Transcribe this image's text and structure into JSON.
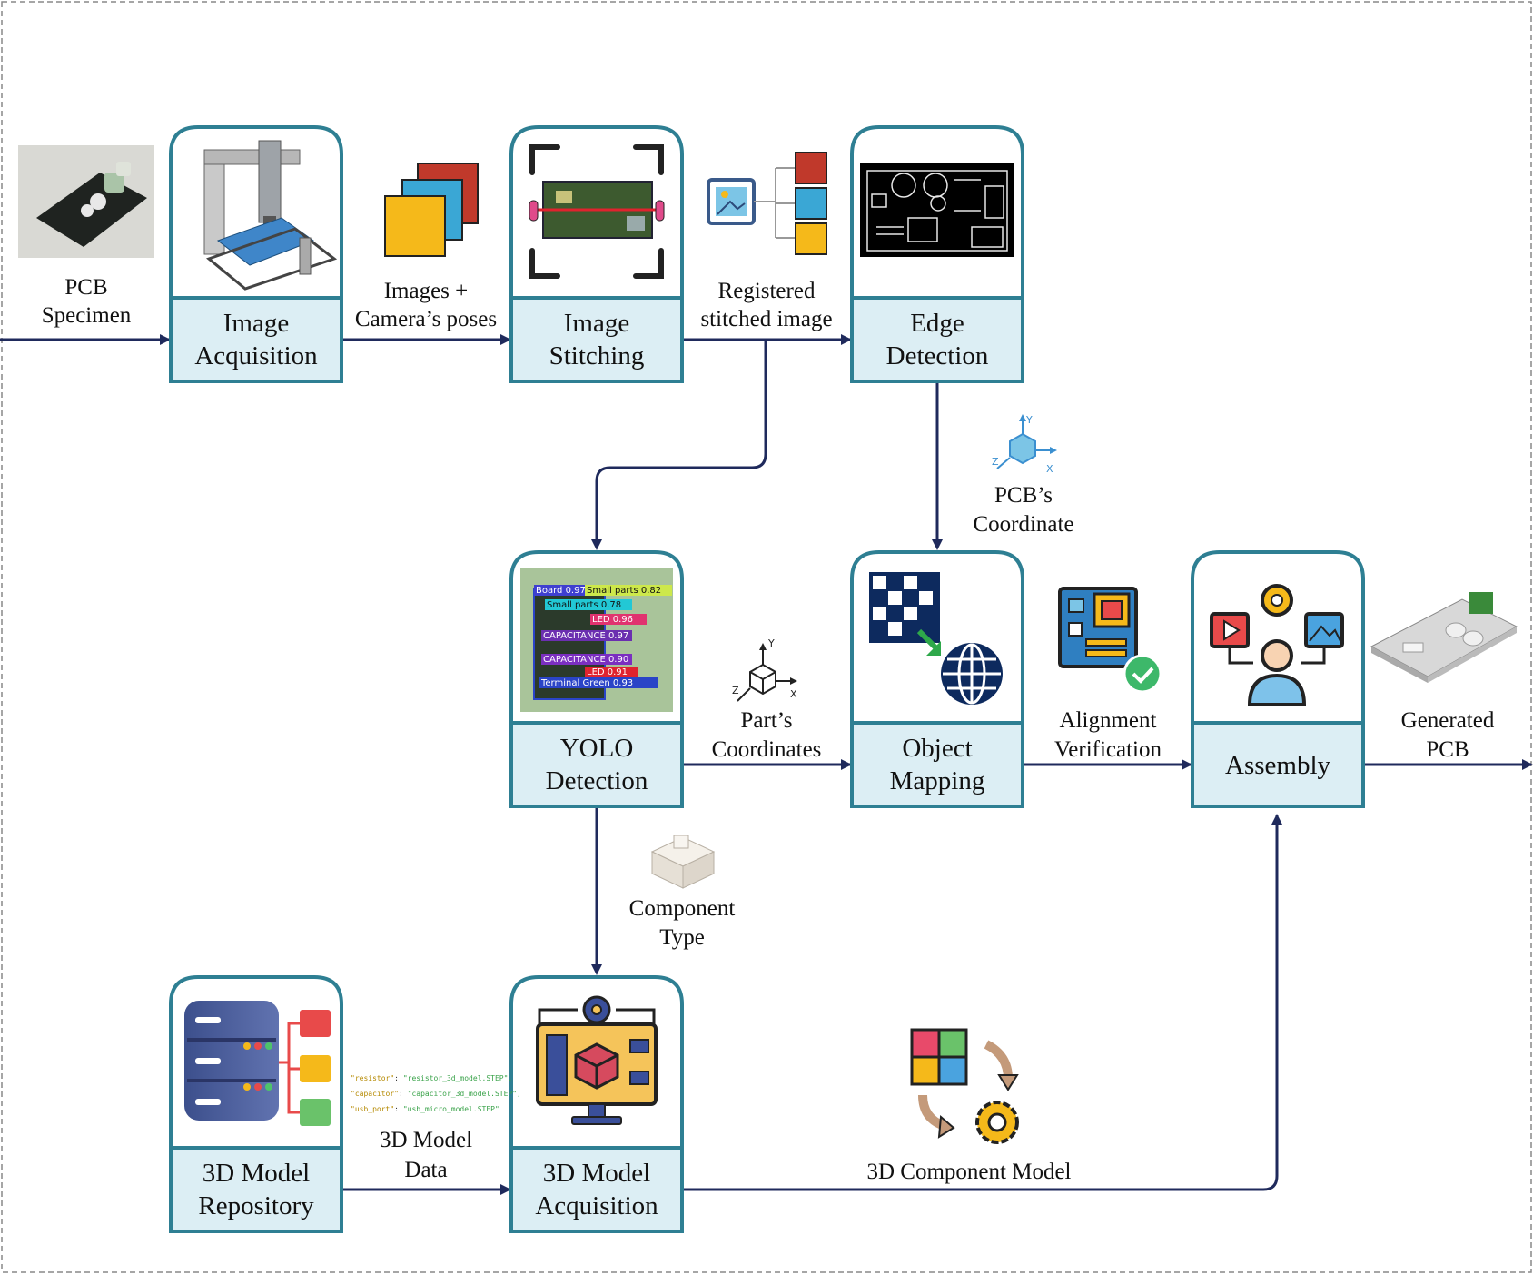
{
  "blocks": {
    "image_acquisition": {
      "line1": "Image",
      "line2": "Acquisition"
    },
    "image_stitching": {
      "line1": "Image",
      "line2": "Stitching"
    },
    "edge_detection": {
      "line1": "Edge",
      "line2": "Detection"
    },
    "yolo_detection": {
      "line1": "YOLO",
      "line2": "Detection"
    },
    "object_mapping": {
      "line1": "Object",
      "line2": "Mapping"
    },
    "assembly": {
      "line1": "Assembly"
    },
    "model_repository": {
      "line1": "3D Model",
      "line2": "Repository"
    },
    "model_acquisition": {
      "line1": "3D Model",
      "line2": "Acquisition"
    }
  },
  "labels": {
    "pcb_specimen": [
      "PCB",
      "Specimen"
    ],
    "images_poses": [
      "Images +",
      "Camera’s poses"
    ],
    "registered_image": [
      "Registered",
      "stitched image"
    ],
    "pcb_coordinate": [
      "PCB’s",
      "Coordinate"
    ],
    "part_coordinates": [
      "Part’s",
      "Coordinates"
    ],
    "alignment_verification": [
      "Alignment",
      "Verification"
    ],
    "generated_pcb": [
      "Generated",
      "PCB"
    ],
    "component_type": [
      "Component",
      "Type"
    ],
    "model_data": [
      "3D Model",
      "Data"
    ],
    "component_model": [
      "3D Component Model"
    ]
  },
  "yolo_overlay": [
    "Board 0.97",
    "Small parts 0.82",
    "Small parts 0.78",
    "LED 0.96",
    "CAPACITANCE 0.97",
    "CAPACITANCE 0.90",
    "LED 0.91",
    "Terminal Green 0.93"
  ],
  "model_mapping_snippet": [
    {
      "key": "\"resistor\"",
      "value": "\"resistor_3d_model.STEP\","
    },
    {
      "key": "\"capacitor\"",
      "value": "\"capacitor_3d_model.STEP\","
    },
    {
      "key": "\"usb_port\"",
      "value": "\"usb_micro_model.STEP\""
    }
  ],
  "axis_letters": {
    "x": "X",
    "y": "Y",
    "z": "Z"
  },
  "colors": {
    "frame": "#2e7f93",
    "label_fill": "#dceef4",
    "arrow": "#1f2a5c",
    "red": "#c0392b",
    "blue": "#3aa7d5",
    "yellow": "#f5b91a"
  }
}
